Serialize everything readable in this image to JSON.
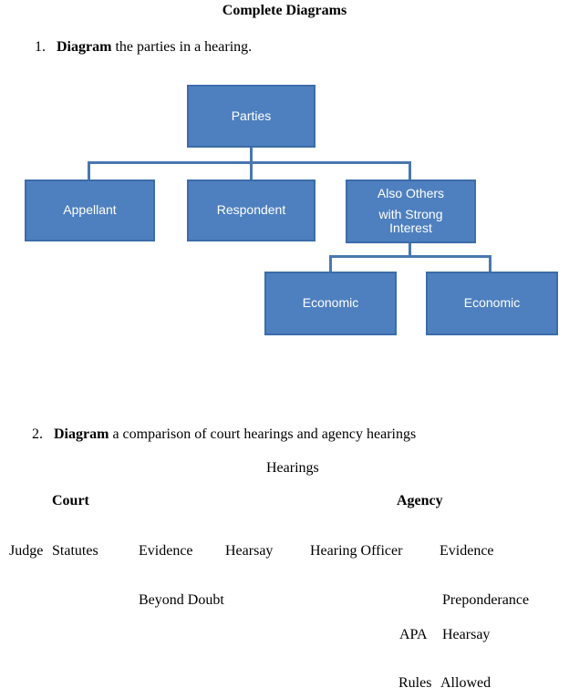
{
  "page": {
    "title": "Complete Diagrams"
  },
  "questions": [
    {
      "number": "1.",
      "verb": "Diagram",
      "rest": " the parties in a hearing."
    },
    {
      "number": "2.",
      "verb": "Diagram",
      "rest": " a comparison of court hearings and agency hearings"
    }
  ],
  "org_chart": {
    "root": {
      "label": "Parties"
    },
    "children": [
      {
        "label": "Appellant"
      },
      {
        "label": "Respondent"
      }
    ],
    "third_child": {
      "lines": [
        "Also Others",
        "with Strong",
        "Interest"
      ]
    },
    "grandchildren": [
      {
        "label": "Economic"
      },
      {
        "label": "Economic"
      }
    ]
  },
  "comparison": {
    "root_label": "Hearings",
    "branch_left": "Court",
    "branch_right": "Agency",
    "row_top": [
      "Judge",
      "Statutes",
      "Evidence",
      "Hearsay",
      "Hearing Officer",
      "Evidence"
    ],
    "row_standard_left": "Beyond Doubt",
    "row_standard_right": "Preponderance",
    "row_apa_label": "APA",
    "row_apa_value": "Hearsay",
    "row_rules_label": "Rules",
    "row_rules_value": "Allowed"
  },
  "colors": {
    "box_fill": "#4e80bf",
    "box_border": "#3c6ca8",
    "connector": "#4a77b0",
    "doc_text": "#000000",
    "box_text": "#ffffff",
    "page_bg": "#ffffff"
  }
}
